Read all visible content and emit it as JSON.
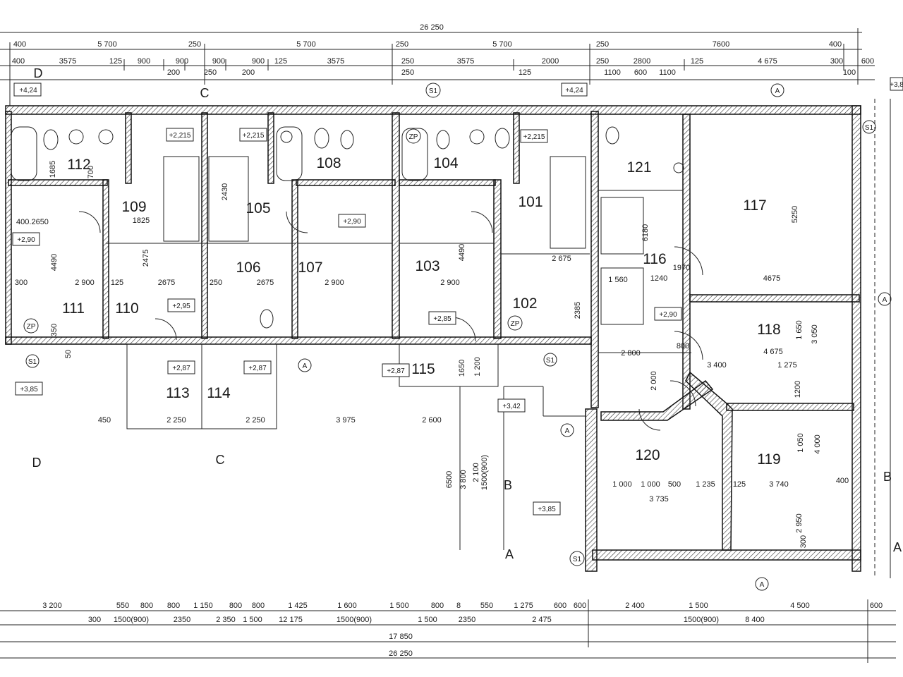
{
  "top_dims": {
    "overall": "26 250",
    "r1": [
      "400",
      "5 700",
      "250",
      "5 700",
      "250",
      "5 700",
      "250",
      "7600",
      "400"
    ],
    "r2": [
      "400",
      "3575",
      "125",
      "900",
      "900",
      "900",
      "900",
      "125",
      "3575",
      "250",
      "3575",
      "2000",
      "250",
      "2800",
      "125",
      "4 675",
      "300",
      "600"
    ],
    "r3": [
      "200",
      "250",
      "200",
      "125",
      "250",
      "1100",
      "600",
      "1100",
      "100"
    ]
  },
  "bottom_dims": {
    "r1": [
      "3 200",
      "550",
      "800",
      "800",
      "1 150",
      "800",
      "800",
      "1 425",
      "1 600",
      "1 500",
      "800",
      "8",
      "550",
      "1 275",
      "600",
      "600",
      "2 400",
      "1 500",
      "4 500",
      "600"
    ],
    "r2": [
      "300",
      "1500(900)",
      "2350",
      "2 350",
      "1 500",
      "12 175",
      "1500(900)",
      "1 500",
      "2350",
      "2 475",
      "1500(900)",
      "8 400"
    ],
    "r3": "17 850",
    "r4": "26 250"
  },
  "rooms": [
    {
      "id": "101"
    },
    {
      "id": "102"
    },
    {
      "id": "103"
    },
    {
      "id": "104"
    },
    {
      "id": "105"
    },
    {
      "id": "106"
    },
    {
      "id": "107"
    },
    {
      "id": "108"
    },
    {
      "id": "109"
    },
    {
      "id": "110"
    },
    {
      "id": "111"
    },
    {
      "id": "112"
    },
    {
      "id": "113"
    },
    {
      "id": "114"
    },
    {
      "id": "115"
    },
    {
      "id": "116"
    },
    {
      "id": "117"
    },
    {
      "id": "118"
    },
    {
      "id": "119"
    },
    {
      "id": "120"
    },
    {
      "id": "121"
    }
  ],
  "levels": [
    "+4,24",
    "+4,24",
    "+3,8",
    "+2,215",
    "+2,215",
    "+2,215",
    "+2,90",
    "+2,90",
    "+2,95",
    "+2,85",
    "+2,90",
    "+2,87",
    "+2,87",
    "+2,87",
    "+3,42",
    "+3,85",
    "+3,85"
  ],
  "inner_dims": [
    "1685",
    "700",
    "1825",
    "400.2650",
    "4490",
    "2 900",
    "300",
    "125",
    "2675",
    "2475",
    "2430",
    "250",
    "2675",
    "2 900",
    "4490",
    "2 900",
    "2 675",
    "2385",
    "1 560",
    "1240",
    "6180",
    "5250",
    "4675",
    "1 650",
    "3 050",
    "4 675",
    "3 400",
    "1 275",
    "2 800",
    "2 000",
    "1 200",
    "2 250",
    "2 250",
    "3 975",
    "2 600",
    "450",
    "6500",
    "3 800",
    "2 100",
    "1500(900)",
    "1 000",
    "1 000",
    "500",
    "1 235",
    "3 735",
    "3 740",
    "1 050",
    "4 000",
    "2 950",
    "400",
    "1200",
    "1650",
    "800",
    "1970",
    "300",
    "125",
    "50",
    "350"
  ],
  "symbols": {
    "section_a": "A",
    "section_b": "B",
    "section_c": "C",
    "section_d": "D",
    "shaft": "S1",
    "zp": "ZP"
  }
}
